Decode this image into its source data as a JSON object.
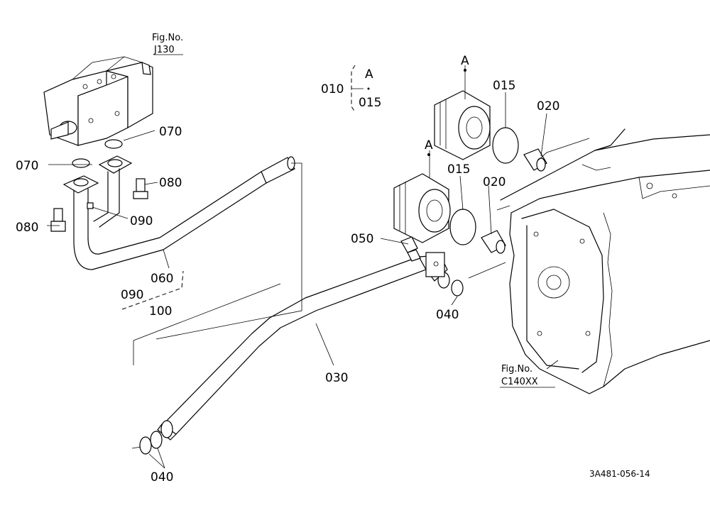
{
  "refs": {
    "pump_fig_no": "Fig.No.",
    "pump_fig_code": "J130",
    "case_fig_no": "Fig.No.",
    "case_fig_code": "C140XX"
  },
  "callouts": {
    "p010": "010",
    "group_a": "A",
    "group_015": "015",
    "a_upper": "A",
    "p015_upper": "015",
    "p020_upper": "020",
    "a_lower": "A",
    "p015_lower": "015",
    "p020_lower": "020",
    "p070_right": "070",
    "p070_left": "070",
    "p080_right": "080",
    "p080_left": "080",
    "p090": "090",
    "p060": "060",
    "p090_group": "090",
    "p100": "100",
    "p050": "050",
    "p040_right": "040",
    "p030": "030",
    "p040_bottom": "040"
  },
  "drawing_number": "3A481-056-14",
  "icons": [
    "hydraulic-pump-icon",
    "oil-filter-icon",
    "filter-adapter-icon",
    "transmission-case-icon",
    "suction-pipe-icon",
    "o-ring-icon",
    "bolt-icon"
  ]
}
